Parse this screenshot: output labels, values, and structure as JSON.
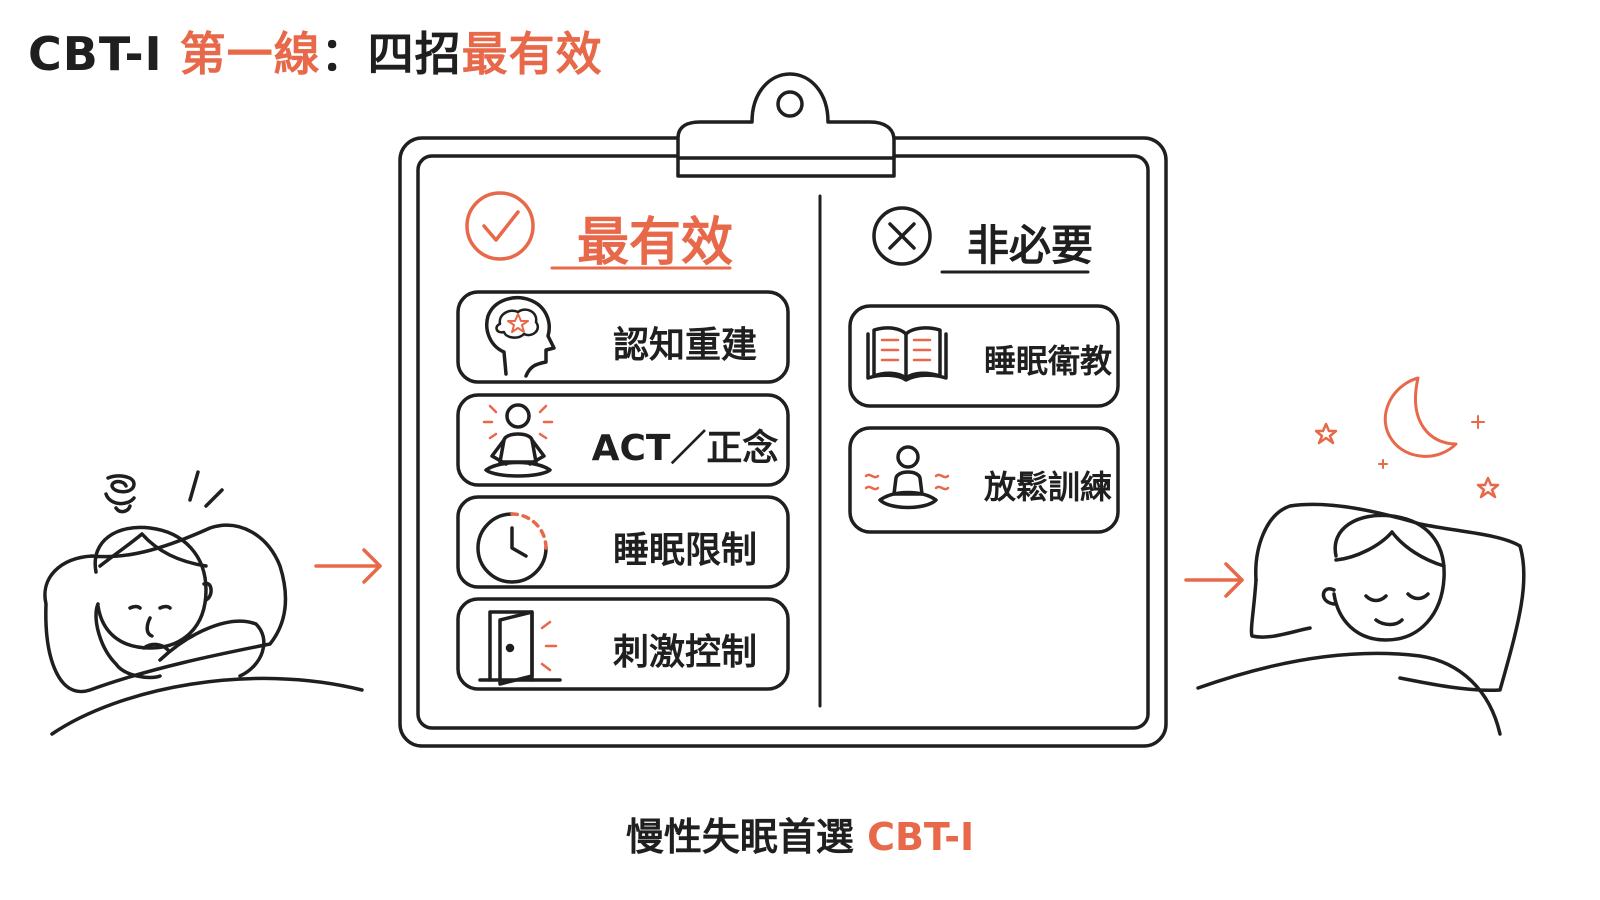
{
  "title": {
    "prefix": "CBT-I",
    "highlight": "第一線",
    "middle": "：四招",
    "emphasis": "最有效"
  },
  "effective": {
    "heading": "最有效",
    "items": [
      {
        "label": "認知重建",
        "icon": "head-brain-star-icon"
      },
      {
        "label": "ACT／正念",
        "icon": "meditation-icon"
      },
      {
        "label": "睡眠限制",
        "icon": "clock-icon"
      },
      {
        "label": "刺激控制",
        "icon": "door-icon"
      }
    ]
  },
  "unnecessary": {
    "heading": "非必要",
    "items": [
      {
        "label": "睡眠衛教",
        "icon": "open-book-icon"
      },
      {
        "label": "放鬆訓練",
        "icon": "relaxation-icon"
      }
    ]
  },
  "caption": {
    "text": "慢性失眠首選",
    "highlight": "CBT-I"
  },
  "colors": {
    "accent": "#e8684a",
    "ink": "#1f1f1f"
  }
}
